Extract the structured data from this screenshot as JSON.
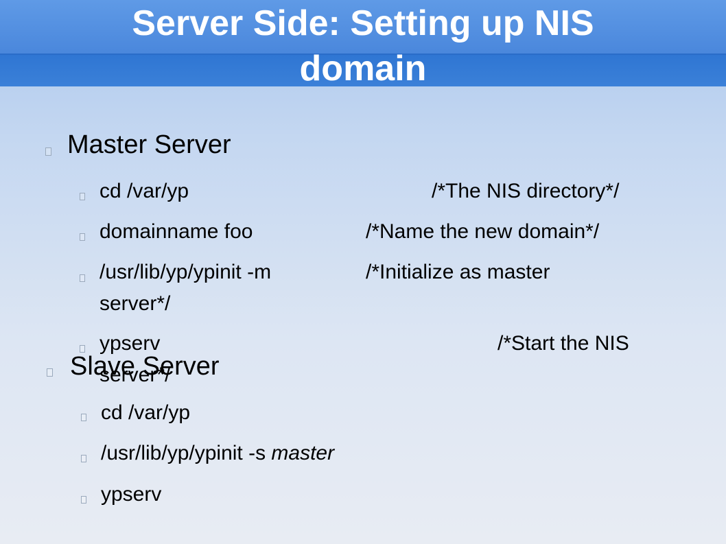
{
  "slide": {
    "title_line1": "Server Side: Setting up NIS",
    "title_line2": "domain"
  },
  "master": {
    "heading": "Master Server",
    "commands": [
      {
        "cmd": "cd /var/yp",
        "comment": "/*The NIS directory*/"
      },
      {
        "cmd": "domainname foo",
        "comment": "/*Name the new domain*/"
      },
      {
        "cmd": "/usr/lib/yp/ypinit -m",
        "comment": "/*Initialize as master",
        "comment_cont": "server*/"
      },
      {
        "cmd": "ypserv",
        "comment": "/*Start the NIS",
        "comment_cont": "server*/"
      }
    ]
  },
  "slave": {
    "heading": "Slave Server",
    "commands": [
      {
        "cmd": "cd /var/yp"
      },
      {
        "cmd": "/usr/lib/yp/ypinit -s ",
        "arg": "master"
      },
      {
        "cmd": "ypserv"
      }
    ]
  }
}
